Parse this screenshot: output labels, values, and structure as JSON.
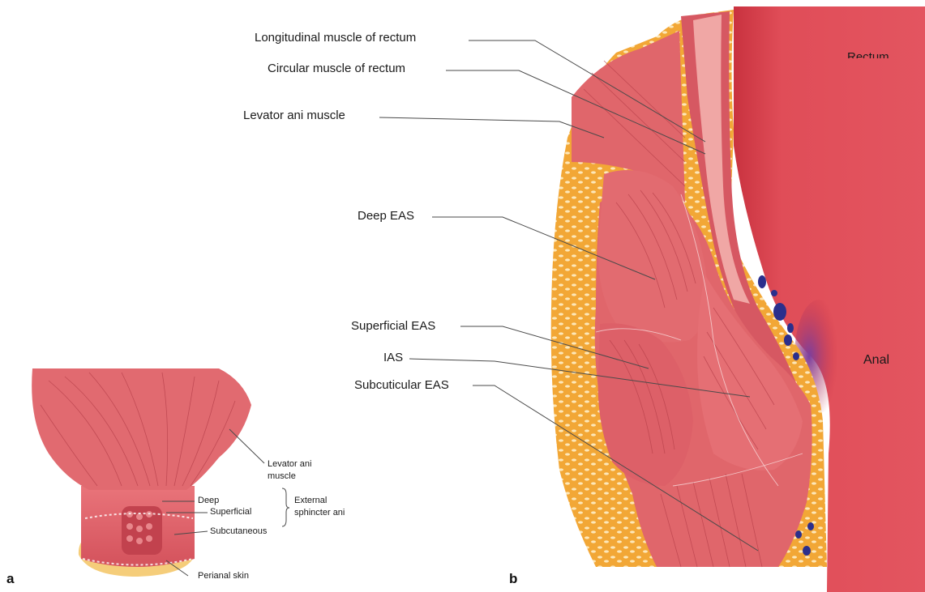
{
  "panel_a": {
    "letter": "a",
    "labels": {
      "levator_line1": "Levator ani",
      "levator_line2": "muscle",
      "deep": "Deep",
      "superficial": "Superficial",
      "subcutaneous": "Subcutaneous",
      "external_line1": "External",
      "external_line2": "sphincter ani",
      "perianal": "Perianal skin"
    }
  },
  "panel_b": {
    "letter": "b",
    "labels": {
      "longitudinal": "Longitudinal muscle of rectum",
      "circular": "Circular muscle of rectum",
      "levator": "Levator ani muscle",
      "deep_eas": "Deep EAS",
      "superficial_eas": "Superficial EAS",
      "ias": "IAS",
      "subcuticular_eas": "Subcuticular EAS",
      "rectum": "Rectum",
      "anal": "Anal"
    }
  },
  "colors": {
    "muscle": "#e0666b",
    "muscle_dark": "#c44a52",
    "fat": "#f2a736",
    "rectum": "#df4a55",
    "vein": "#2b2f8c",
    "leader": "#4a4a4a"
  }
}
